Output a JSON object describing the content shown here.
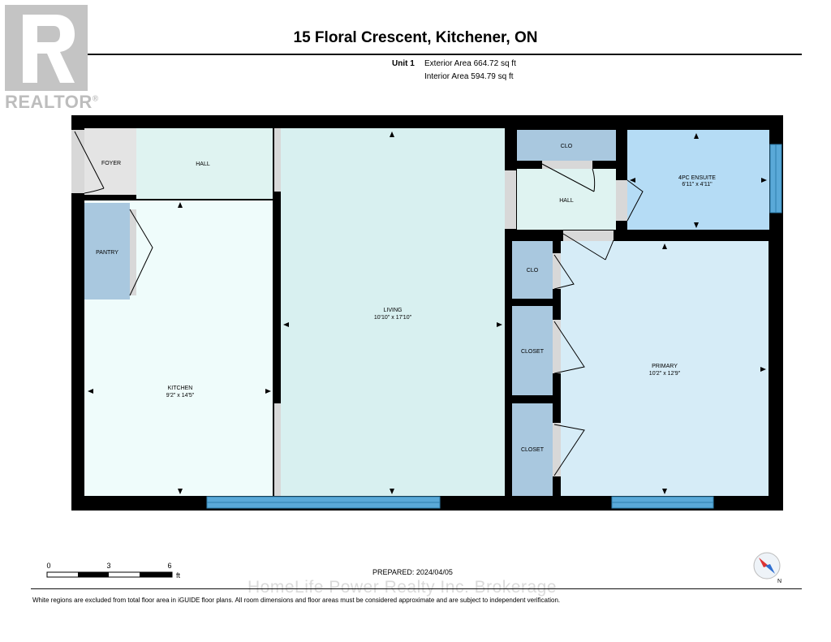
{
  "title": "15 Floral Crescent, Kitchener, ON",
  "unit_label": "Unit 1",
  "exterior_area": "Exterior Area 664.72 sq ft",
  "interior_area": "Interior Area 594.79 sq ft",
  "rooms": {
    "foyer": {
      "name": "FOYER"
    },
    "hall_top": {
      "name": "HALL"
    },
    "pantry": {
      "name": "PANTRY"
    },
    "living": {
      "name": "LIVING",
      "dims": "10'10\" x 17'10\""
    },
    "kitchen": {
      "name": "KITCHEN",
      "dims": "9'2\" x 14'5\""
    },
    "clo_top": {
      "name": "CLO"
    },
    "hall_right": {
      "name": "HALL"
    },
    "ensuite": {
      "name": "4PC ENSUITE",
      "dims": "6'11\" x 4'11\""
    },
    "clo_left": {
      "name": "CLO"
    },
    "closet_1": {
      "name": "CLOSET"
    },
    "closet_2": {
      "name": "CLOSET"
    },
    "primary": {
      "name": "PRIMARY",
      "dims": "10'2\" x 12'9\""
    }
  },
  "scale": {
    "ticks": [
      "0",
      "3",
      "6"
    ],
    "unit": "ft"
  },
  "prepared": "PREPARED: 2024/04/05",
  "watermark": "HomeLife Power Realty Inc. Brokerage",
  "disclaimer": "White regions are excluded from total floor area in iGUIDE floor plans. All room dimensions and floor areas must be considered approximate and are subject to independent verification.",
  "compass": {
    "label": "N"
  },
  "logo": {
    "text": "REALTOR",
    "mark": "®"
  },
  "colors": {
    "wall": "#000000",
    "window": "#5aa9d8",
    "living": "#d8f0f0",
    "kitchen": "#effcfb",
    "hall": "#dff3f1",
    "pantry": "#a9c8df",
    "closet": "#a9c8df",
    "ensuite": "#b5dcf5",
    "primary": "#d6ecf7",
    "door_gray": "#d8d8d8"
  }
}
